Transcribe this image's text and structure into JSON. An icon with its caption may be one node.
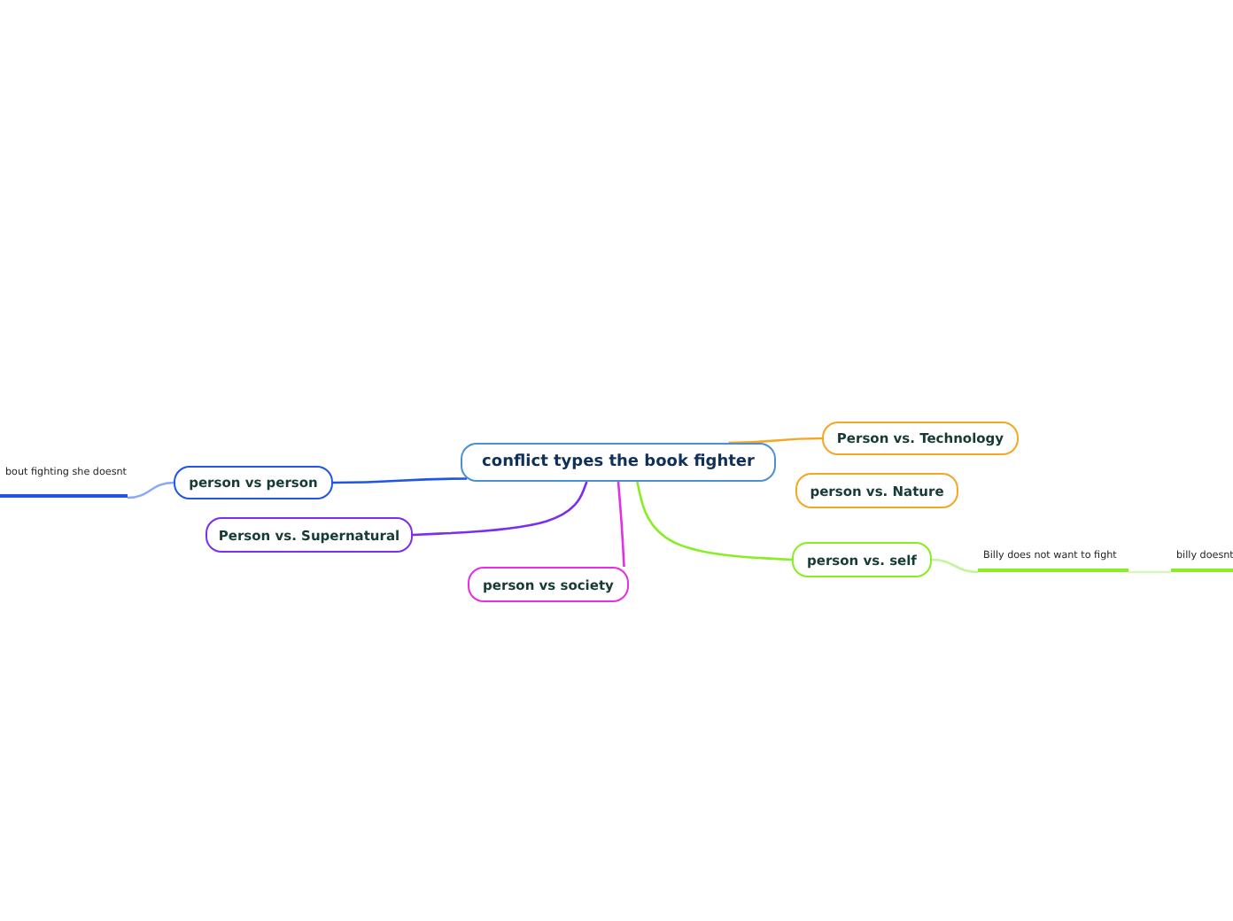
{
  "diagram": {
    "nodes": [
      {
        "text": [
          "conflict types the book fighter"
        ]
      },
      {
        "text": [
          "Person vs. Technology"
        ]
      },
      {
        "text": [
          "person vs. Nature"
        ]
      },
      {
        "text": [
          "person vs person"
        ]
      },
      {
        "text": [
          "Person vs. Supernatural"
        ]
      },
      {
        "text": [
          "person vs society"
        ]
      },
      {
        "text": [
          "person vs. self"
        ]
      },
      {
        "text": [
          "bout fighting she doesnt"
        ]
      },
      {
        "text": [
          "Billy does not want to fight"
        ]
      },
      {
        "text": [
          "billy doesnt"
        ]
      }
    ],
    "edges": [
      {
        "from": 0,
        "to": 1,
        "arrow": "none",
        "color": "#f5a623"
      },
      {
        "from": 0,
        "to": 3,
        "arrow": "none",
        "color": "#1f55e8"
      },
      {
        "from": 0,
        "to": 4,
        "arrow": "none",
        "color": "#7a2ff0"
      },
      {
        "from": 0,
        "to": 5,
        "arrow": "none",
        "color": "#e52ee5"
      },
      {
        "from": 0,
        "to": 6,
        "arrow": "none",
        "color": "#88ee22"
      },
      {
        "from": 3,
        "to": 7,
        "arrow": "none",
        "color": "#8aa8f5"
      },
      {
        "from": 6,
        "to": 8,
        "arrow": "none",
        "color": "#c4f59a"
      },
      {
        "from": 8,
        "to": 9,
        "arrow": "none",
        "color": "#d8f5c0"
      }
    ]
  }
}
